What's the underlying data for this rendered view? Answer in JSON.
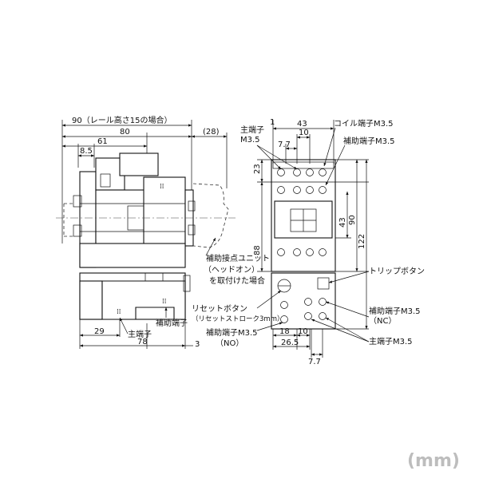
{
  "side_view": {
    "dims": {
      "rail_width": "90（レール高さ15の場合）",
      "body_width": "80",
      "depth_61": "61",
      "offset_8_5": "8.5",
      "aux_unit_28": "(28)",
      "overload_78": "78",
      "offset_29": "29",
      "gap_3": "3"
    },
    "labels": {
      "aux_unit_note_line1": "補助接点ユニット",
      "aux_unit_note_line2": "（ヘッドオン）",
      "aux_unit_note_line3": "を取付けた場合",
      "aux_terminal": "補助端子",
      "main_terminal": "主端子"
    }
  },
  "front_view": {
    "dims": {
      "width_43_top": "43",
      "pitch_10_top": "10",
      "pitch_1": "1",
      "pitch_7_7_top": "7.7",
      "height_23": "23",
      "height_43": "43",
      "height_88": "88",
      "height_90": "90",
      "height_122": "122",
      "width_18": "18",
      "width_10_bottom": "10",
      "width_26_5": "26.5",
      "pitch_7_7_bottom": "7.7"
    },
    "labels": {
      "main_terminal_top_line1": "主端子",
      "main_terminal_top_line2": "M3.5",
      "coil_terminal": "コイル端子M3.5",
      "aux_terminal_top": "補助端子M3.5",
      "trip_button": "トリップボタン",
      "reset_button": "リセットボタン",
      "reset_stroke": "（リセットストローク3mm）",
      "aux_terminal_no_line1": "補助端子M3.5",
      "aux_terminal_no_line2": "（NO）",
      "aux_terminal_nc_line1": "補助端子M3.5",
      "aux_terminal_nc_line2": "（NC）",
      "main_terminal_bottom": "主端子M3.5"
    }
  },
  "unit_label": "(mm)"
}
